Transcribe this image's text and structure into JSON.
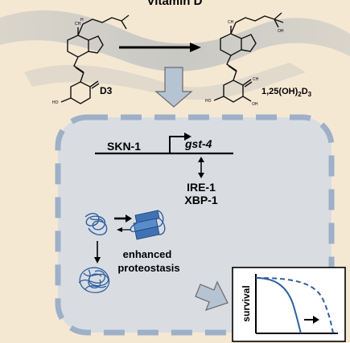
{
  "title": "Vitamin D",
  "molecules": {
    "d3_label": "D3",
    "product_label": "1,25(OH)",
    "product_sub1": "2",
    "product_mid": "D",
    "product_sub2": "3",
    "atom_labels": {
      "ch3": "CH",
      "h": "H",
      "oh": "OH",
      "ho": "HO",
      "ch2": "CH"
    }
  },
  "pathway": {
    "skn1": "SKN-1",
    "gst4": "gst-4",
    "ire1": "IRE-1",
    "xbp1": "XBP-1"
  },
  "proteostasis": {
    "line1": "enhanced",
    "line2": "proteostasis"
  },
  "survival": {
    "ylabel": "survival"
  },
  "colors": {
    "background": "#f5e8d3",
    "cell_fill": "#d9dde2",
    "dashed_border": "#9db0c8",
    "ribbon": "#b9bec0",
    "block_arrow": "#b5c3d3",
    "protein_blue": "#2e5fa0"
  }
}
